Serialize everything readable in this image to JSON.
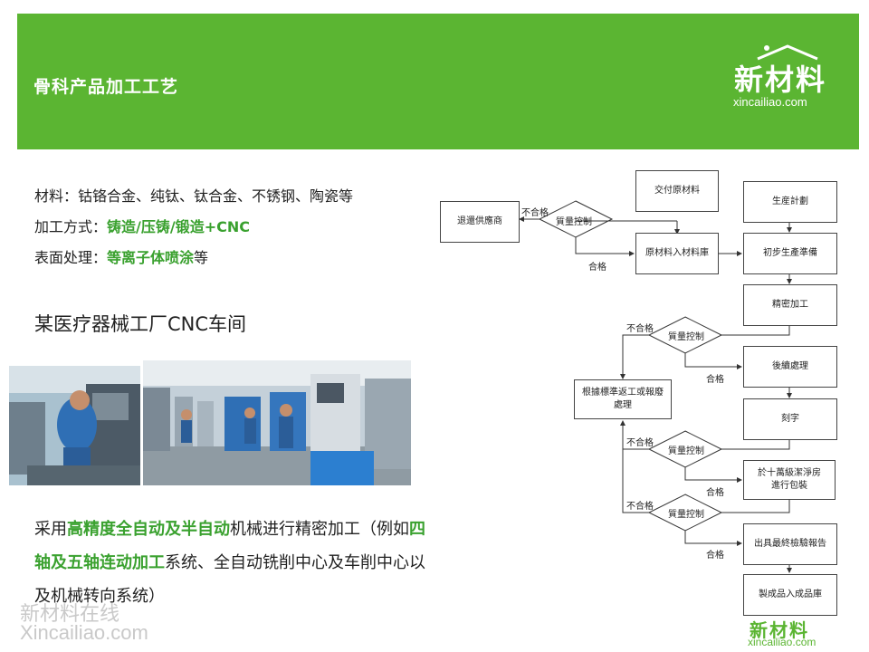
{
  "header": {
    "title": "骨科产品加工工艺",
    "logo_cn": "新材料",
    "logo_en": "xincailiao.com"
  },
  "info": {
    "material_label": "材料：",
    "material_value": "钴铬合金、纯钛、钛合金、不锈钢、陶瓷等",
    "method_label": "加工方式：",
    "method_value": "铸造/压铸/锻造+CNC",
    "surface_label": "表面处理：",
    "surface_value": "等离子体喷涂",
    "surface_suffix": "等"
  },
  "subtitle": "某医疗器械工厂CNC车间",
  "paragraph": {
    "p1": "采用",
    "p2": "高精度全自动及半自动",
    "p3": "机械进行精密加工（例如",
    "p4": "四轴及五轴连动加工",
    "p5": "系统、全自动铣削中心及车削中心以及机械转向系统）"
  },
  "watermark": {
    "cn": "新材料在线",
    "en": "Xincailiao.com"
  },
  "bottom_logo": {
    "cn": "新材料",
    "en": "xincailiao.com"
  },
  "flowchart": {
    "return_supplier": "退還供應商",
    "deliver_material": "交付原材料",
    "qc1": "質量控制",
    "reject": "不合格",
    "pass": "合格",
    "raw_to_store": "原材料入材料庫",
    "prod_plan": "生産計劃",
    "init_prep": "初步生產準備",
    "precision": "精密加工",
    "qc2": "質量控制",
    "post_process": "後續處理",
    "rework": "根據標準返工或報廢處理",
    "engrave": "刻字",
    "qc3": "質量控制",
    "clean_pack": "於十萬級潔淨房進行包裝",
    "qc4": "質量控制",
    "final_report": "出具最終檢驗報告",
    "finished_store": "製成品入成品庫"
  }
}
